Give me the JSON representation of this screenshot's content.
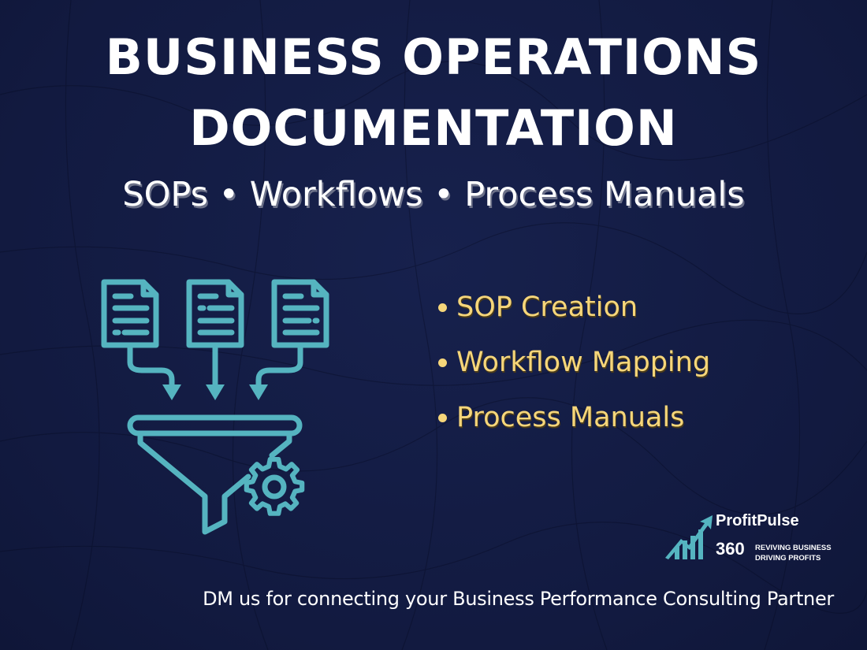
{
  "header": {
    "title_line1": "BUSINESS OPERATIONS",
    "title_line2": "DOCUMENTATION",
    "subtitle": "SOPs • Workflows • Process Manuals"
  },
  "graphic": {
    "icons": [
      "document-icon",
      "document-icon",
      "document-icon",
      "arrow-down-icon",
      "funnel-icon",
      "gear-icon"
    ],
    "color": "#55b4c0"
  },
  "services": {
    "bullet_color": "#f6d67a",
    "items": [
      {
        "label": "SOP Creation"
      },
      {
        "label": "Workflow Mapping"
      },
      {
        "label": "Process Manuals"
      }
    ]
  },
  "brand": {
    "name": "ProfitPulse",
    "number": "360",
    "tagline_line1": "REVIVING BUSINESS",
    "tagline_line2": "DRIVING PROFITS",
    "accent": "#55b4c0"
  },
  "footer": {
    "cta": "DM us for connecting your Business Performance Consulting Partner"
  },
  "colors": {
    "background": "#141d45",
    "text": "#ffffff",
    "highlight": "#f6d67a"
  }
}
